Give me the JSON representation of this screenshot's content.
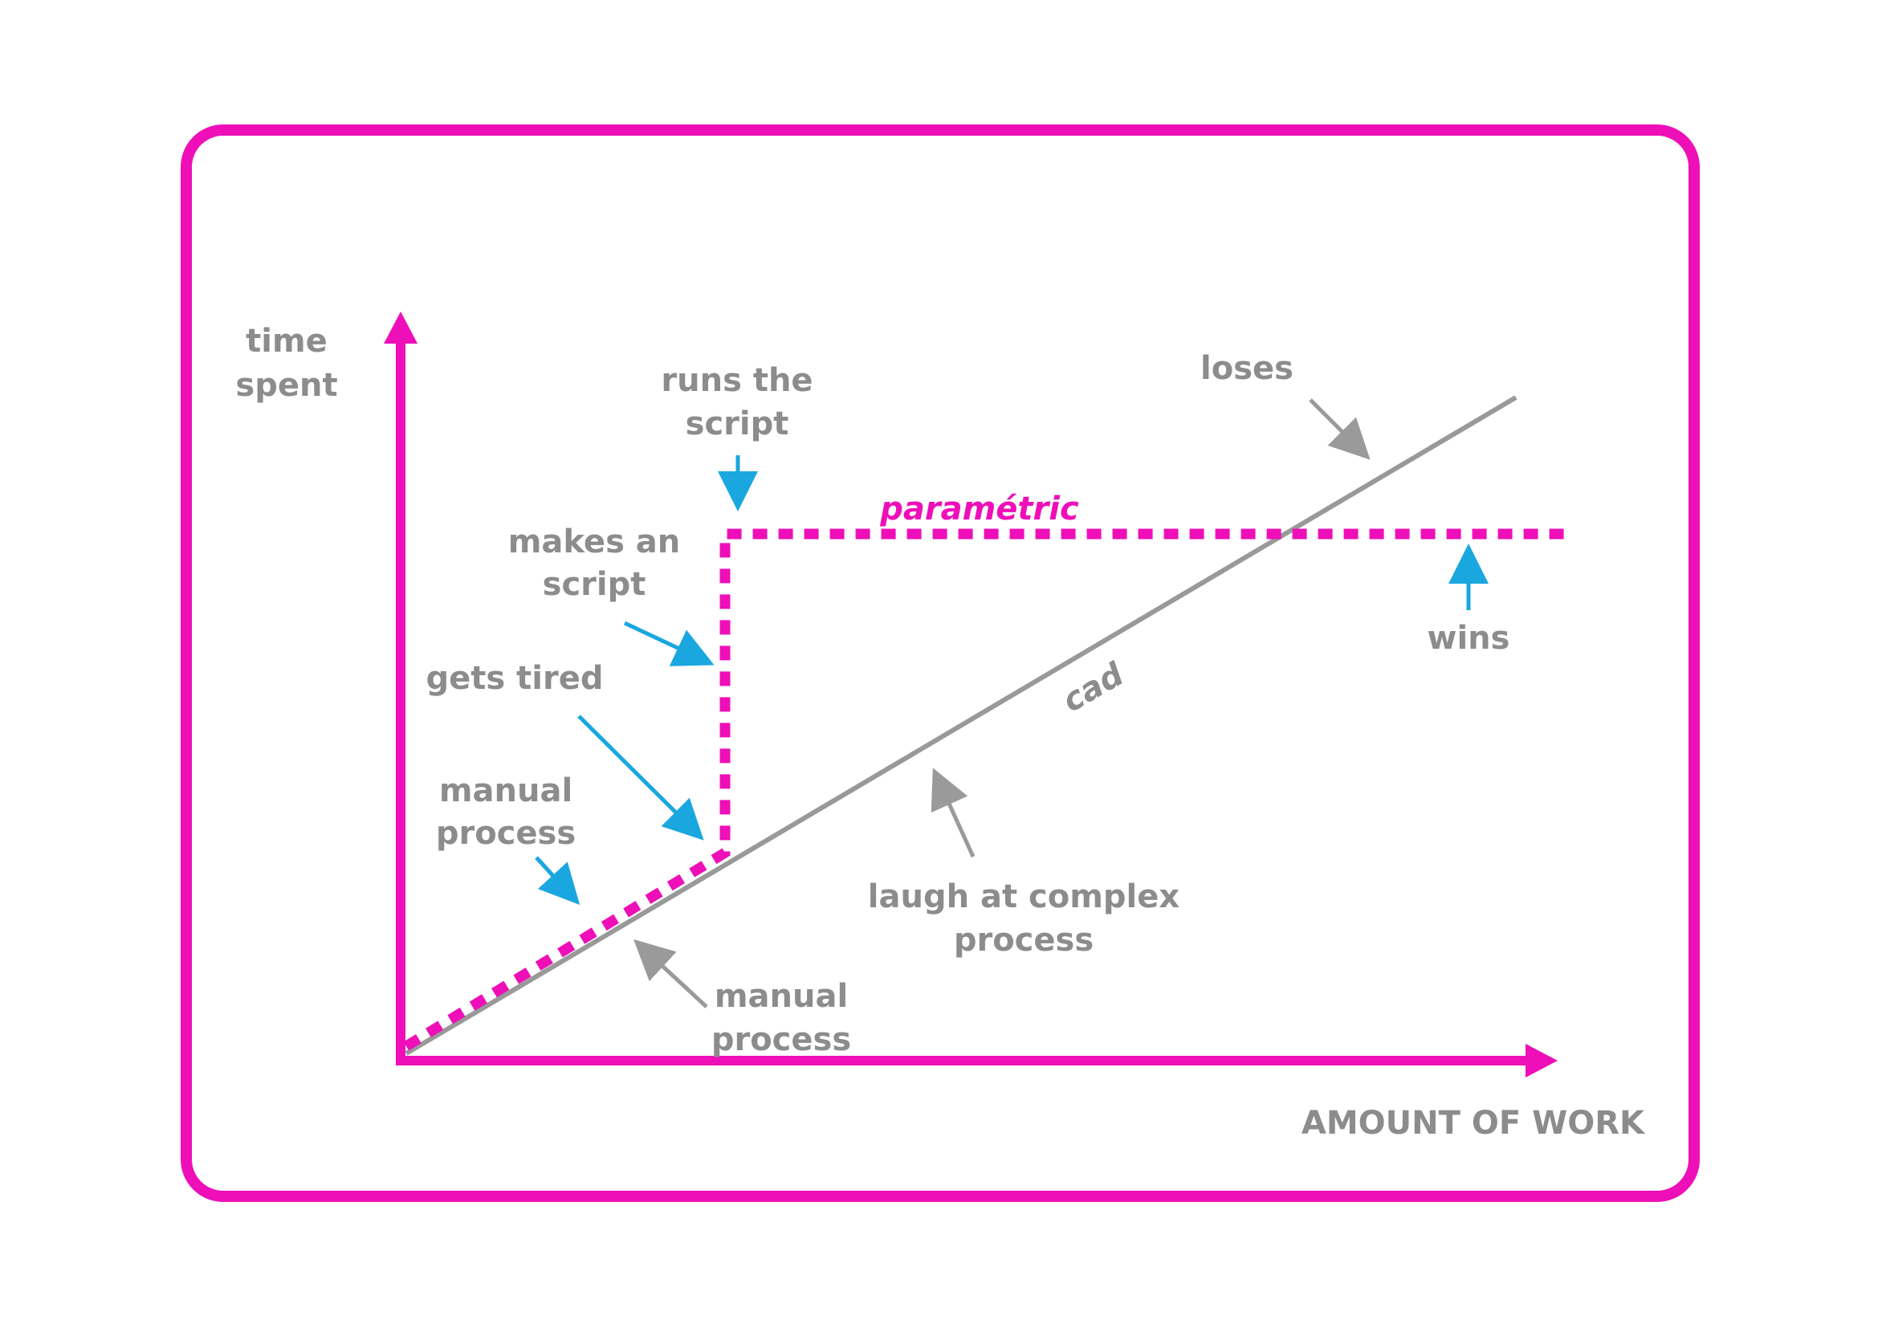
{
  "colors": {
    "frame": "#ee0fb8",
    "axes": "#ee0fb8",
    "parametric_line": "#ee0fb8",
    "cad_line": "#999999",
    "label_text": "#8c8c8c",
    "annotation_arrow_blue": "#1aa7e0",
    "annotation_arrow_gray": "#9a9a9a"
  },
  "axes": {
    "y_label_line1": "time",
    "y_label_line2": "spent",
    "x_label": "AMOUNT OF WORK"
  },
  "lines": {
    "parametric_label": "paramétric",
    "cad_label": "cad"
  },
  "annotations": {
    "runs_script_line1": "runs the",
    "runs_script_line2": "script",
    "makes_script_line1": "makes an",
    "makes_script_line2": "script",
    "gets_tired": "gets tired",
    "manual_process_left_line1": "manual",
    "manual_process_left_line2": "process",
    "manual_process_bottom_line1": "manual",
    "manual_process_bottom_line2": "process",
    "laugh_line1": "laugh at complex",
    "laugh_line2": "process",
    "loses": "loses",
    "wins": "wins"
  }
}
